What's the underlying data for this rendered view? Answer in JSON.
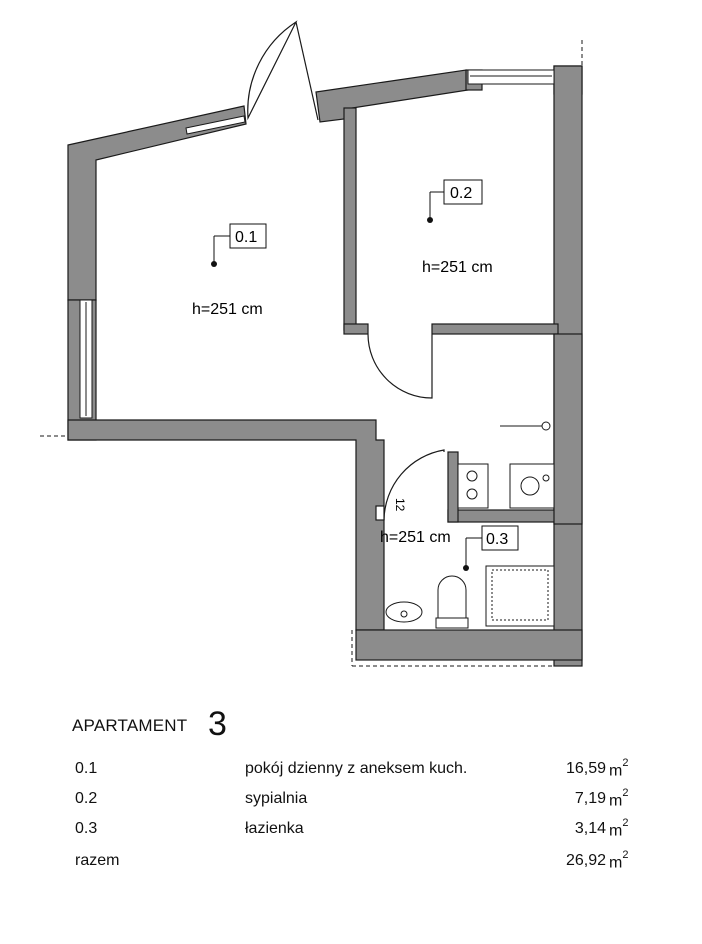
{
  "plan": {
    "rooms": [
      {
        "id": "0.1",
        "height": "h=251 cm"
      },
      {
        "id": "0.2",
        "height": "h=251 cm"
      },
      {
        "id": "0.3",
        "height": "h=251 cm"
      }
    ],
    "door_tag": "12"
  },
  "legend": {
    "title": "APARTAMENT",
    "number": "3",
    "unit": "m",
    "unit_exp": "2",
    "rows": [
      {
        "id": "0.1",
        "name": "pokój dzienny z aneksem kuch.",
        "area": "16,59"
      },
      {
        "id": "0.2",
        "name": "sypialnia",
        "area": "7,19"
      },
      {
        "id": "0.3",
        "name": "łazienka",
        "area": "3,14"
      },
      {
        "id": "razem",
        "name": "",
        "area": "26,92"
      }
    ]
  },
  "colors": {
    "wall": "#8c8c8c",
    "outline": "#1a1a1a"
  }
}
